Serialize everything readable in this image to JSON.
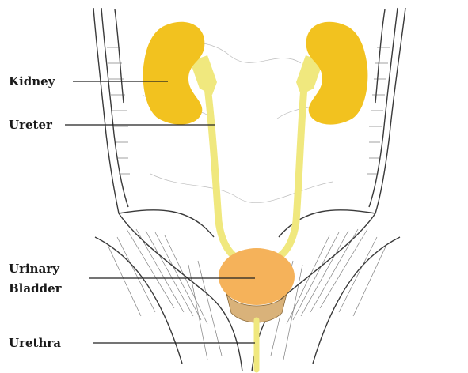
{
  "labels": {
    "kidney": "Kidney",
    "ureter": "Ureter",
    "urinary_bladder_line1": "Urinary",
    "urinary_bladder_line2": "Bladder",
    "urethra": "Urethra"
  },
  "colors": {
    "kidney": "#f2c21f",
    "ureter": "#f0e87e",
    "bladder": "#f5b25a",
    "prostate": "#d9b27a",
    "outline": "#3a3a3a",
    "background": "#ffffff"
  }
}
